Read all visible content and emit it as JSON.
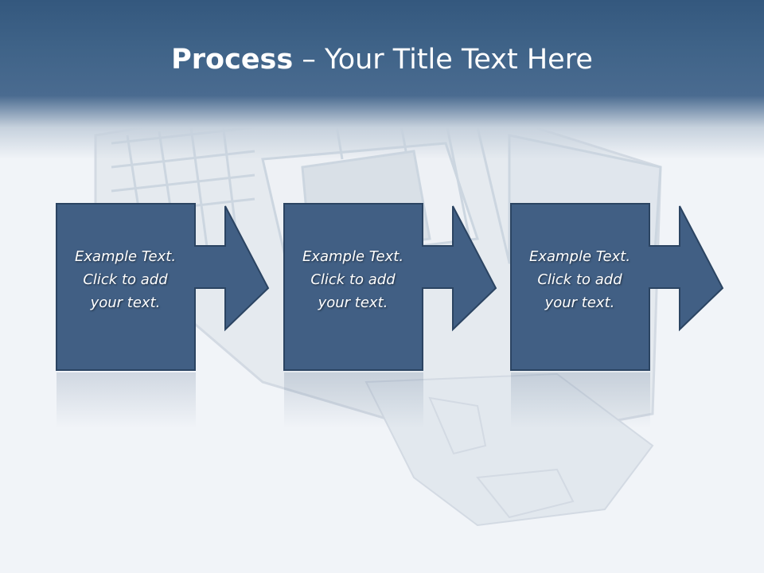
{
  "slide": {
    "title_bold": "Process",
    "title_rest": " – Your Title Text Here",
    "steps": [
      {
        "lines": [
          "Example Text.",
          "Click  to add",
          "your text."
        ]
      },
      {
        "lines": [
          "Example Text.",
          "Click  to add",
          "your text."
        ]
      },
      {
        "lines": [
          "Example Text.",
          "Click  to add",
          "your text."
        ]
      }
    ]
  },
  "colors": {
    "header": "#3f6388",
    "box_fill": "#415f84",
    "box_stroke": "#2b4462",
    "text": "#ffffff",
    "background": "#f1f4f8"
  },
  "icons": {
    "background": "architectural-model-image",
    "arrow": "right-arrow-icon"
  }
}
